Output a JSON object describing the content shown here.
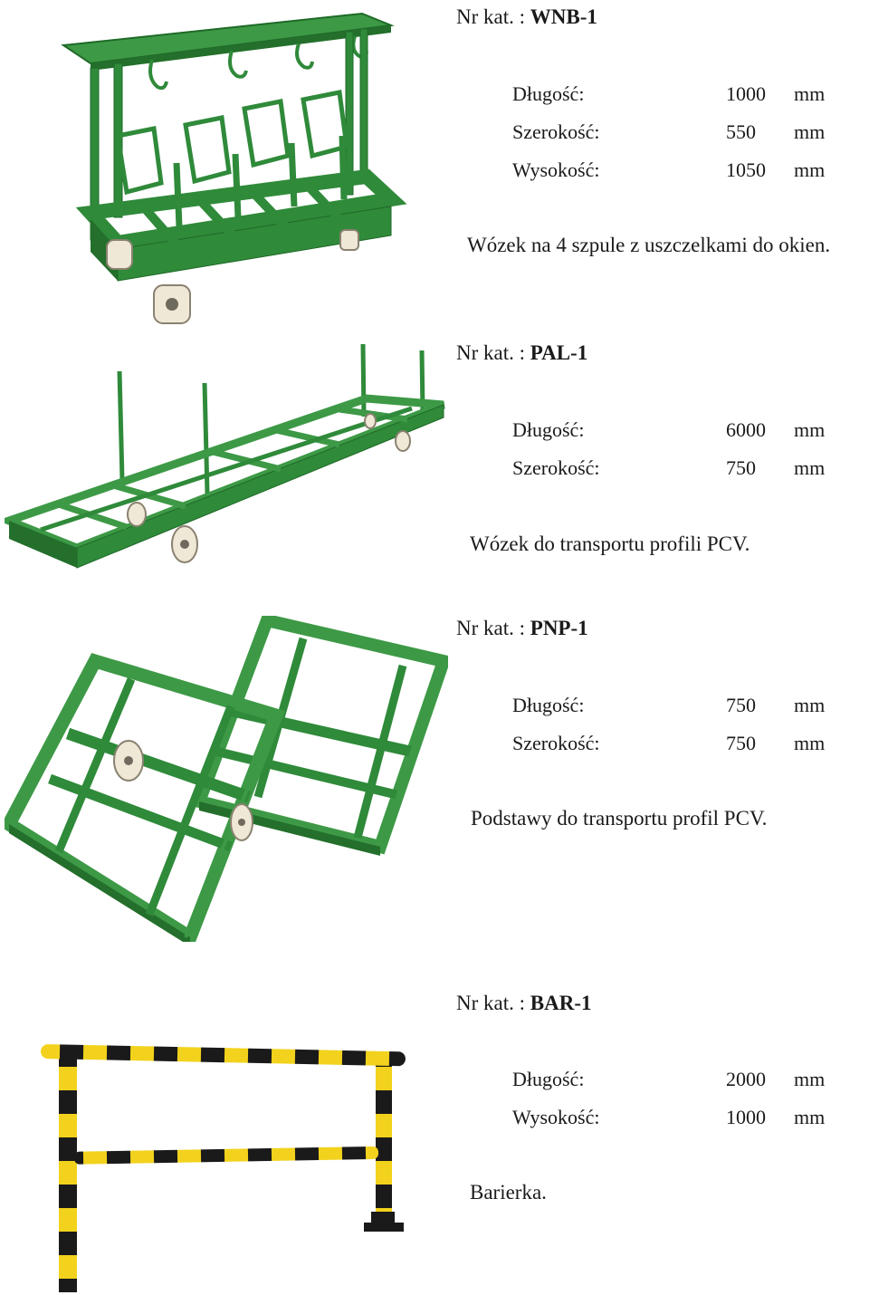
{
  "products": [
    {
      "catalog_label": "Nr kat. :",
      "code": "WNB-1",
      "specs": [
        {
          "label": "Długość:",
          "value": "1000",
          "unit": "mm"
        },
        {
          "label": "Szerokość:",
          "value": "550",
          "unit": "mm"
        },
        {
          "label": "Wysokość:",
          "value": "1050",
          "unit": "mm"
        }
      ],
      "description": "Wózek na 4 szpule z uszczelkami do okien."
    },
    {
      "catalog_label": "Nr kat. :",
      "code": "PAL-1",
      "specs": [
        {
          "label": "Długość:",
          "value": "6000",
          "unit": "mm"
        },
        {
          "label": "Szerokość:",
          "value": "750",
          "unit": "mm"
        }
      ],
      "description": "Wózek do transportu profili PCV."
    },
    {
      "catalog_label": "Nr kat. :",
      "code": "PNP-1",
      "specs": [
        {
          "label": "Długość:",
          "value": "750",
          "unit": "mm"
        },
        {
          "label": "Szerokość:",
          "value": "750",
          "unit": "mm"
        }
      ],
      "description": "Podstawy do transportu profil PCV."
    },
    {
      "catalog_label": "Nr kat. :",
      "code": "BAR-1",
      "specs": [
        {
          "label": "Długość:",
          "value": "2000",
          "unit": "mm"
        },
        {
          "label": "Wysokość:",
          "value": "1000",
          "unit": "mm"
        }
      ],
      "description": "Barierka."
    }
  ],
  "colors": {
    "frame_green": "#2f8a3a",
    "frame_green_dark": "#1f6a28",
    "frame_green_light": "#4aa552",
    "barrier_yellow": "#f2d21c",
    "barrier_black": "#1a1a1a",
    "wheel": "#efe8d6"
  }
}
